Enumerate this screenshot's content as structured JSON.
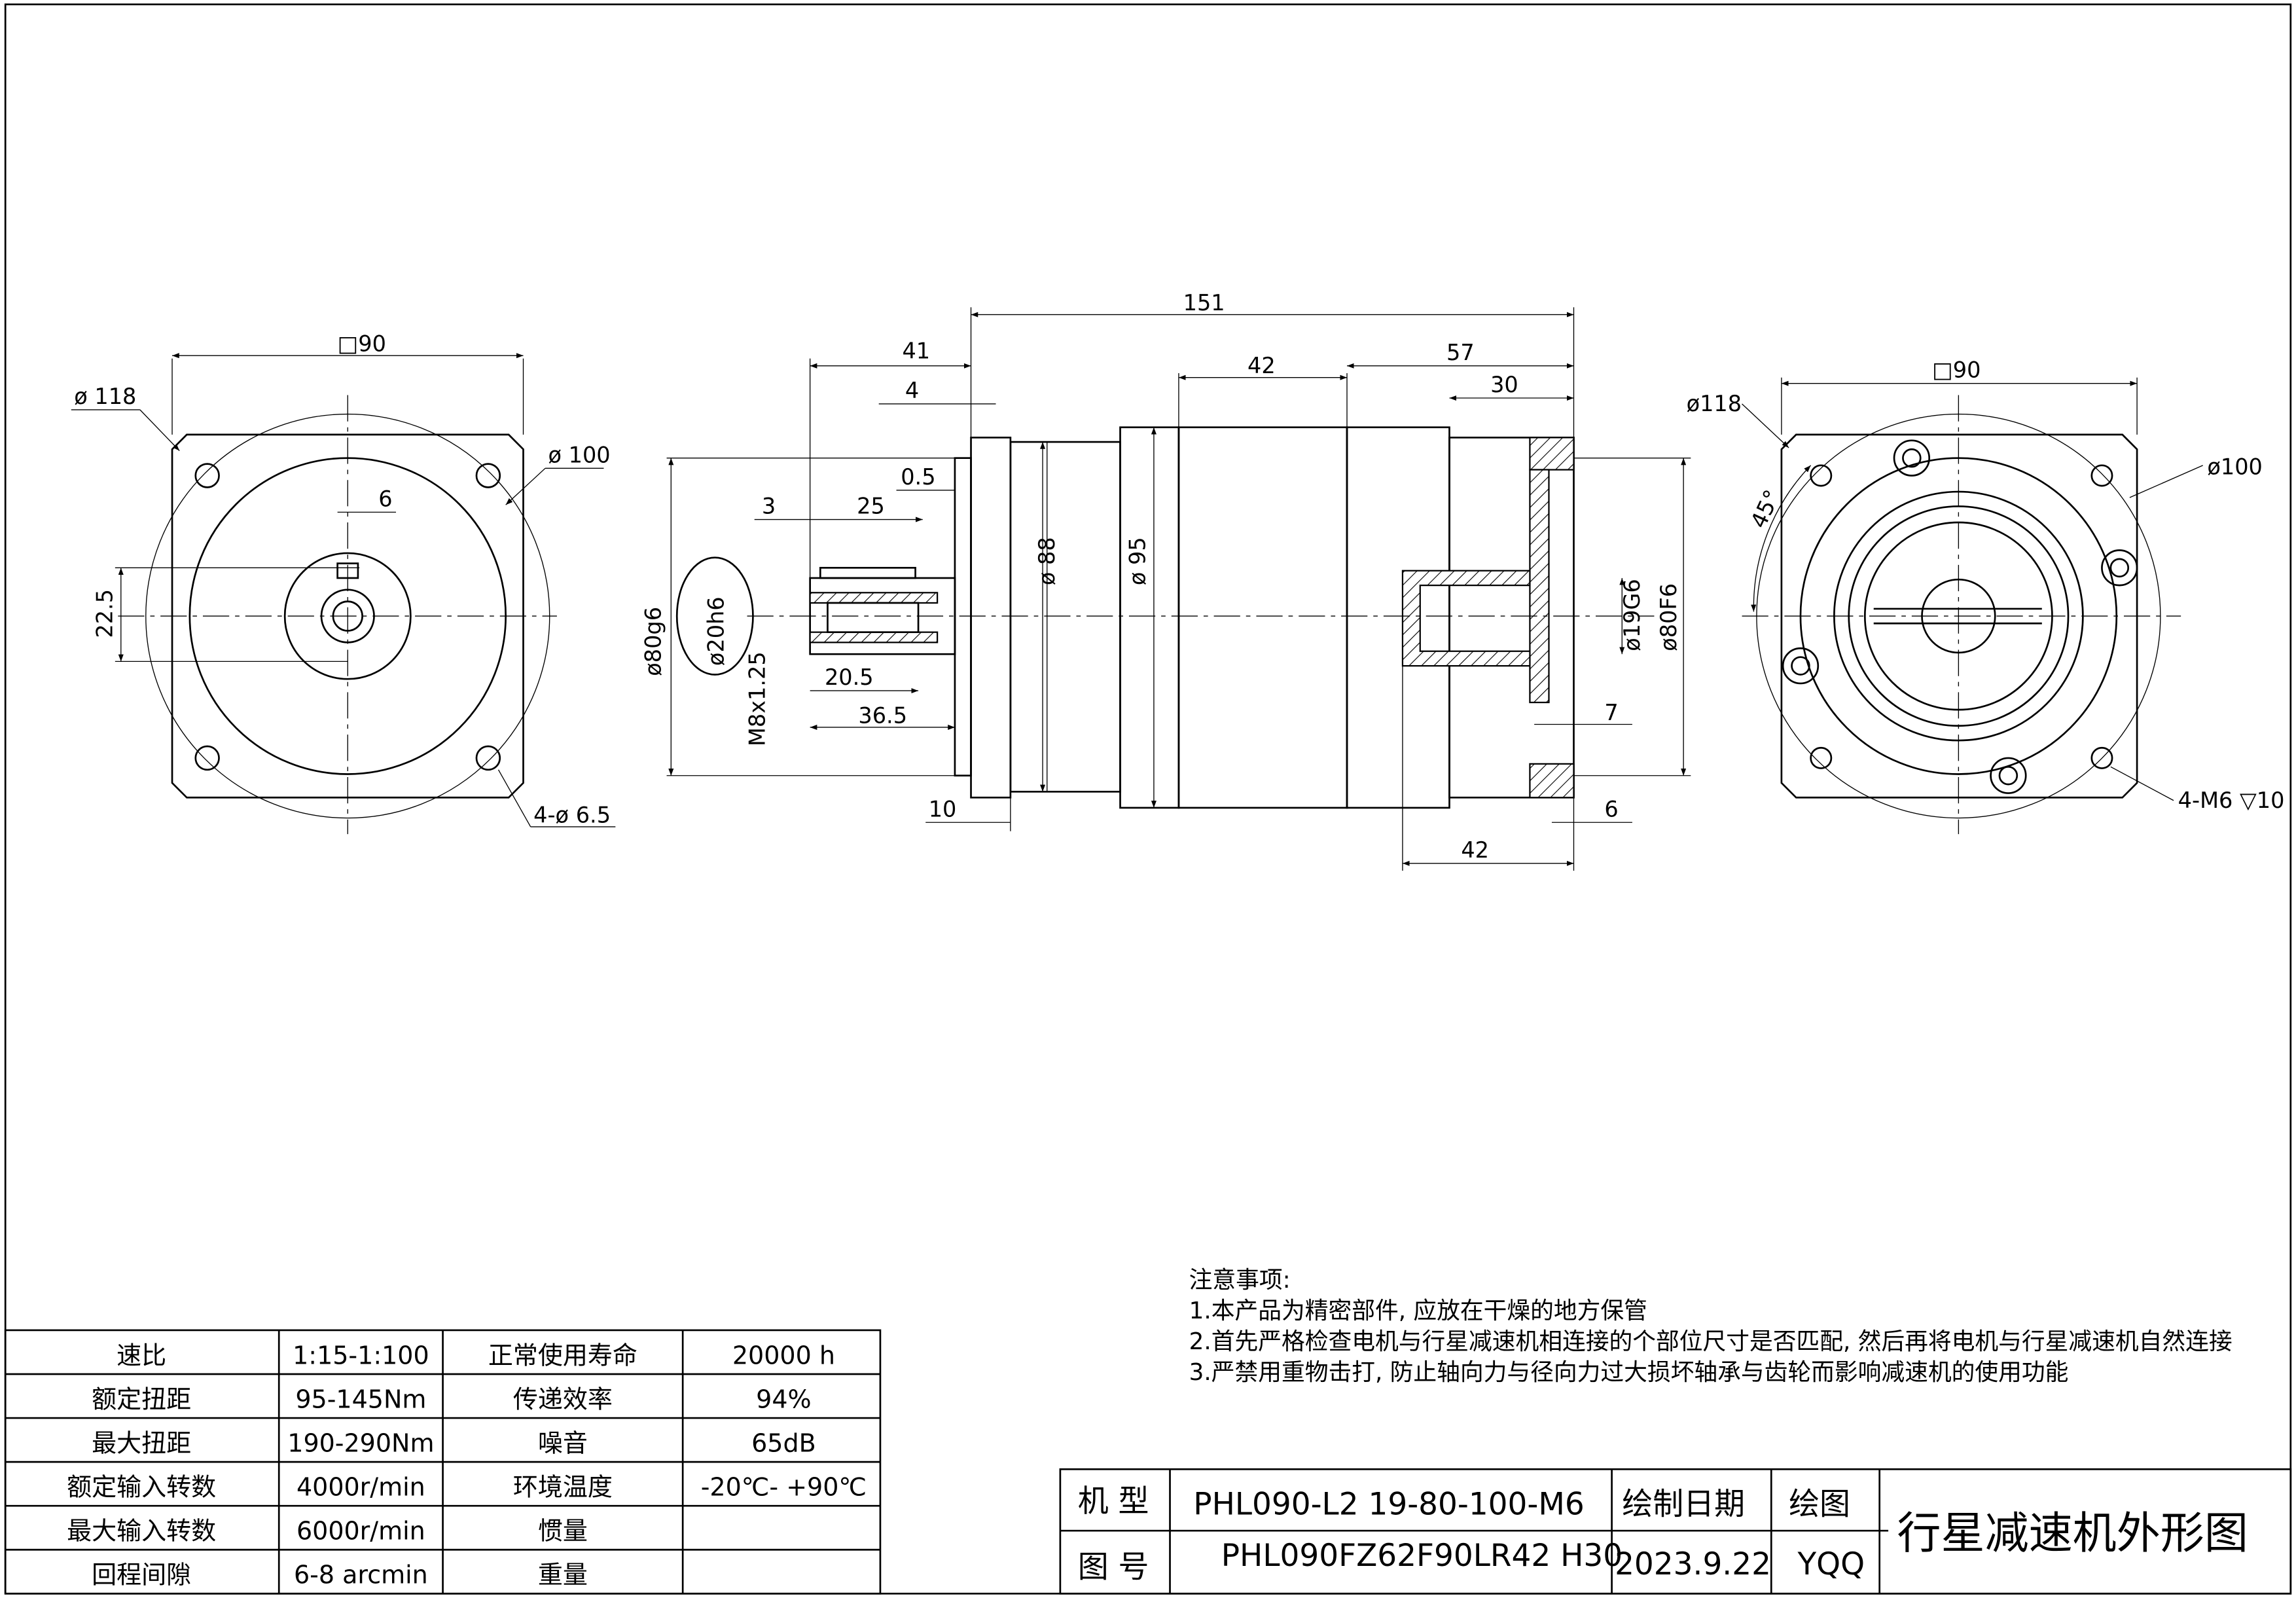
{
  "dims": {
    "left_square": "□90",
    "left_d118": "ø 118",
    "left_d100": "ø 100",
    "left_key": "6",
    "left_h": "22.5",
    "left_holes": "4-ø 6.5",
    "overall": "151",
    "d41": "41",
    "d4": "4",
    "d42top": "42",
    "d57": "57",
    "d30": "30",
    "d05": "0.5",
    "d3": "3",
    "d25": "25",
    "d80g6": "ø80g6",
    "d20h6": "ø20h6",
    "m8": "M8x1.25",
    "d205": "20.5",
    "d365": "36.5",
    "d88": "ø 88",
    "d95": "ø 95",
    "d19g6": "ø19G6",
    "d80f6": "ø80F6",
    "d7": "7",
    "d6": "6",
    "d10": "10",
    "d42bot": "42",
    "right_square": "□90",
    "right_d118": "ø118",
    "right_d100": "ø100",
    "right_45": "45°",
    "right_holes": "4-M6 ▽10"
  },
  "specs": {
    "rows": [
      [
        "速比",
        "1:15-1:100",
        "正常使用寿命",
        "20000  h"
      ],
      [
        "额定扭距",
        "95-145Nm",
        "传递效率",
        "94%"
      ],
      [
        "最大扭距",
        "190-290Nm",
        "噪音",
        "65dB"
      ],
      [
        "额定输入转数",
        "4000r/min",
        "环境温度",
        "-20℃- +90℃"
      ],
      [
        "最大输入转数",
        "6000r/min",
        "惯量",
        ""
      ],
      [
        "回程间隙",
        "6-8 arcmin",
        "重量",
        ""
      ]
    ]
  },
  "notes": {
    "title": "注意事项:",
    "items": [
      "1.本产品为精密部件, 应放在干燥的地方保管",
      "2.首先严格检查电机与行星减速机相连接的个部位尺寸是否匹配, 然后再将电机与行星减速机自然连接",
      "3.严禁用重物击打, 防止轴向力与径向力过大损坏轴承与齿轮而影响减速机的使用功能"
    ]
  },
  "title_block": {
    "model_label": "机 型",
    "model_value": "PHL090-L2 19-80-100-M6",
    "drawing_no_label": "图 号",
    "drawing_no_value": "PHL090FZ62F90LR42 H30",
    "date_label": "绘制日期",
    "date_value": "2023.9.22",
    "drawer_label": "绘图",
    "drawer_value": "YQQ",
    "title": "行星减速机外形图"
  }
}
